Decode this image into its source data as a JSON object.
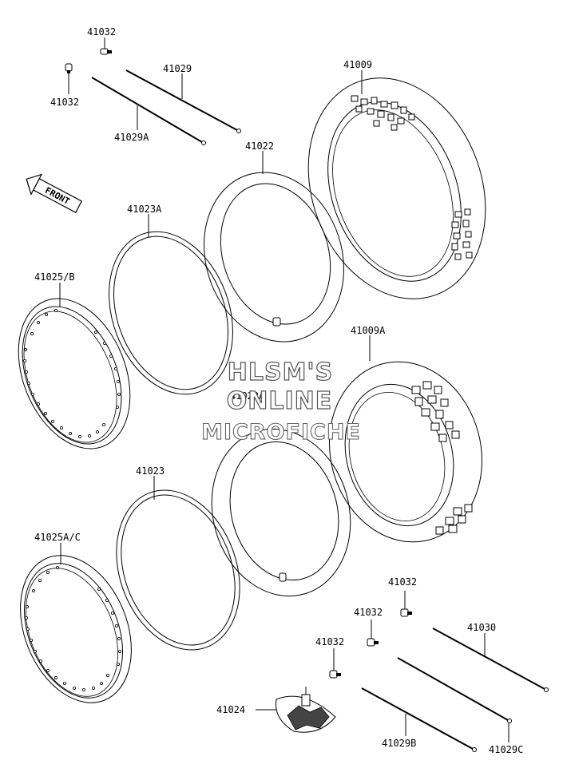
{
  "labels": {
    "p41032_a": "41032",
    "p41032_b": "41032",
    "p41029": "41029",
    "p41029A": "41029A",
    "p41009": "41009",
    "p41022": "41022",
    "p41023A": "41023A",
    "p41025B": "41025/B",
    "p41009A": "41009A",
    "p41022A": "41022A",
    "p41023": "41023",
    "p41025AC": "41025A/C",
    "p41032_c": "41032",
    "p41032_d": "41032",
    "p41032_e": "41032",
    "p41030": "41030",
    "p41024": "41024",
    "p41029B": "41029B",
    "p41029C": "41029C"
  },
  "front_arrow": "FRONT",
  "watermark": {
    "line1": "HLSM'S",
    "line2": "ONLINE",
    "line3": "MICROFICHE"
  }
}
